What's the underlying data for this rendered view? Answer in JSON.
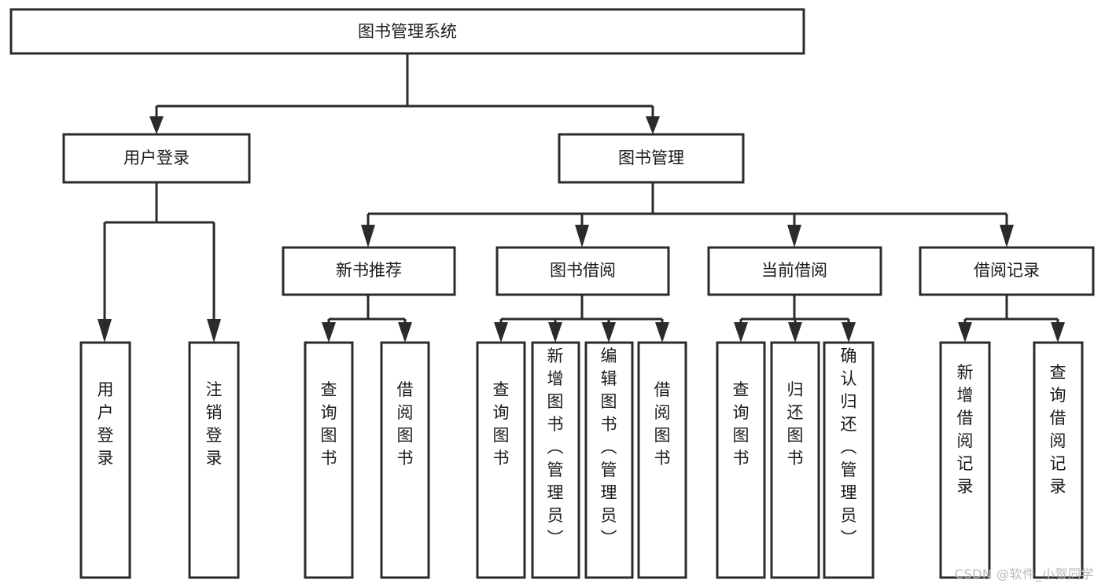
{
  "diagram": {
    "type": "tree-hierarchy-chart",
    "title": "图书管理系统",
    "watermark": "CSDN @软件_小贺同学",
    "nodes": {
      "root": {
        "label": "图书管理系统"
      },
      "level2": [
        {
          "id": "user-login",
          "label": "用户登录"
        },
        {
          "id": "book-manage",
          "label": "图书管理"
        }
      ],
      "level3": [
        {
          "id": "new-book-recommend",
          "label": "新书推荐"
        },
        {
          "id": "book-borrow",
          "label": "图书借阅"
        },
        {
          "id": "current-borrow",
          "label": "当前借阅"
        },
        {
          "id": "borrow-record",
          "label": "借阅记录"
        }
      ],
      "leaves": {
        "user-login": [
          {
            "id": "user-login-leaf",
            "label": "用户登录"
          },
          {
            "id": "user-logout-leaf",
            "label": "注销登录"
          }
        ],
        "new-book-recommend": [
          {
            "id": "query-book-1",
            "label": "查询图书"
          },
          {
            "id": "borrow-book-1",
            "label": "借阅图书"
          }
        ],
        "book-borrow": [
          {
            "id": "query-book-2",
            "label": "查询图书"
          },
          {
            "id": "add-book",
            "label": "新增图书（管理员）"
          },
          {
            "id": "edit-book",
            "label": "编辑图书（管理员）"
          },
          {
            "id": "borrow-book-2",
            "label": "借阅图书"
          }
        ],
        "current-borrow": [
          {
            "id": "query-book-3",
            "label": "查询图书"
          },
          {
            "id": "return-book",
            "label": "归还图书"
          },
          {
            "id": "confirm-return",
            "label": "确认归还（管理员）"
          }
        ],
        "borrow-record": [
          {
            "id": "add-borrow-record",
            "label": "新增借阅记录"
          },
          {
            "id": "query-borrow-record",
            "label": "查询借阅记录"
          }
        ]
      }
    },
    "colors": {
      "stroke": "#2b2b2b",
      "fill": "#ffffff",
      "text": "#1a1a1a",
      "watermark": "#b9b9b9"
    }
  }
}
